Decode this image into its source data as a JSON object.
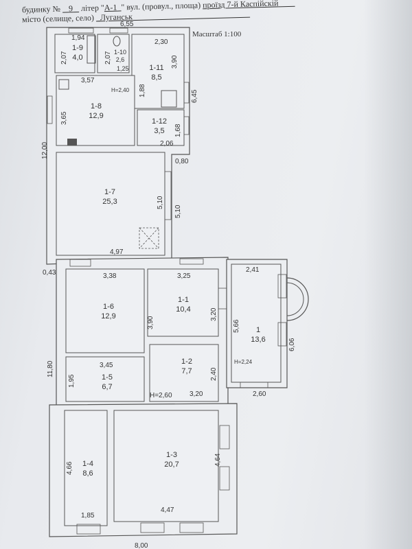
{
  "header": {
    "line1_prefix": "будинку №",
    "house_number": "9",
    "litera_label": "літер \"",
    "litera": "А-1",
    "street_label": "\" вул. (провул., площа)",
    "street": "проїзд 7-й Каспійскій",
    "city_label": "місто (селище, село)",
    "city": "Луганськ",
    "scale": "Масштаб 1:100"
  },
  "rooms": [
    {
      "id": "1-9",
      "area": "4,0"
    },
    {
      "id": "1-10",
      "area": "2,6"
    },
    {
      "id": "1-11",
      "area": "8,5"
    },
    {
      "id": "1-8",
      "area": "12,9"
    },
    {
      "id": "1-12",
      "area": "3,5"
    },
    {
      "id": "1-7",
      "area": "25,3"
    },
    {
      "id": "1-6",
      "area": "12,9"
    },
    {
      "id": "1-1",
      "area": "10,4"
    },
    {
      "id": "1",
      "area": "13,6"
    },
    {
      "id": "1-5",
      "area": "6,7"
    },
    {
      "id": "1-2",
      "area": "7,7"
    },
    {
      "id": "1-4",
      "area": "8,6"
    },
    {
      "id": "1-3",
      "area": "20,7"
    }
  ],
  "dimensions": {
    "top": "6,55",
    "d194": "1,94",
    "d230": "2,30",
    "d207a": "2,07",
    "d207b": "2,07",
    "d125": "1,25",
    "d357": "3,57",
    "d390a": "3,90",
    "h240": "H=2,40",
    "d188": "1,88",
    "d645": "6,45",
    "d365": "3,65",
    "d168": "1,68",
    "d206": "2,06",
    "d1200": "12,00",
    "d080": "0,80",
    "d510a": "5,10",
    "d510b": "5,10",
    "d497": "4,97",
    "d043": "0,43",
    "d338": "3,38",
    "d325": "3,25",
    "d241": "2,41",
    "d390b": "3,90",
    "d320a": "3,20",
    "d566": "5,66",
    "d606": "6,06",
    "h224": "H=2,24",
    "d1180": "11,80",
    "d345": "3,45",
    "d195": "1,95",
    "d240": "2,40",
    "d260": "2,60",
    "h260": "H=2,60",
    "d320b": "3,20",
    "d466": "4,66",
    "d464": "4,64",
    "d185": "1,85",
    "d447": "4,47",
    "bottom": "8,00"
  }
}
